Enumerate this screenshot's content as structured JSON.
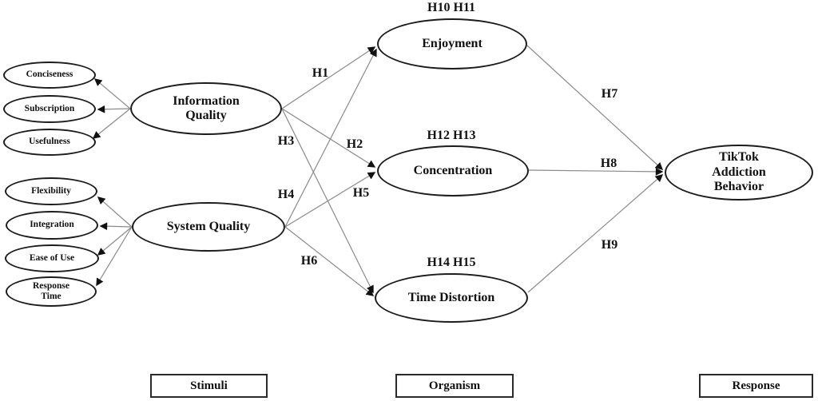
{
  "diagram_type": "SOR path model",
  "nodes": {
    "conciseness": {
      "label": "Conciseness"
    },
    "subscription": {
      "label": "Subscription"
    },
    "usefulness": {
      "label": "Usefulness"
    },
    "flexibility": {
      "label": "Flexibility"
    },
    "integration": {
      "label": "Integration"
    },
    "ease_of_use": {
      "label": "Ease of Use"
    },
    "response_time": {
      "label": "Response\nTime"
    },
    "information_quality": {
      "label": "Information\nQuality"
    },
    "system_quality": {
      "label": "System Quality"
    },
    "enjoyment": {
      "label": "Enjoyment",
      "moderation_label": "H10 H11"
    },
    "concentration": {
      "label": "Concentration",
      "moderation_label": "H12 H13"
    },
    "time_distortion": {
      "label": "Time Distortion",
      "moderation_label": "H14 H15"
    },
    "tiktok_addiction": {
      "label": "TikTok\nAddiction\nBehavior"
    }
  },
  "hypotheses": {
    "h1": "H1",
    "h2": "H2",
    "h3": "H3",
    "h4": "H4",
    "h5": "H5",
    "h6": "H6",
    "h7": "H7",
    "h8": "H8",
    "h9": "H9",
    "h10_11": "H10 H11",
    "h12_13": "H12 H13",
    "h14_15": "H14 H15"
  },
  "edges": [
    {
      "from": "information_quality",
      "to": "conciseness",
      "label": ""
    },
    {
      "from": "information_quality",
      "to": "subscription",
      "label": ""
    },
    {
      "from": "information_quality",
      "to": "usefulness",
      "label": ""
    },
    {
      "from": "system_quality",
      "to": "flexibility",
      "label": ""
    },
    {
      "from": "system_quality",
      "to": "integration",
      "label": ""
    },
    {
      "from": "system_quality",
      "to": "ease_of_use",
      "label": ""
    },
    {
      "from": "system_quality",
      "to": "response_time",
      "label": ""
    },
    {
      "from": "information_quality",
      "to": "enjoyment",
      "label": "H1"
    },
    {
      "from": "information_quality",
      "to": "concentration",
      "label": "H2"
    },
    {
      "from": "information_quality",
      "to": "time_distortion",
      "label": "H3"
    },
    {
      "from": "system_quality",
      "to": "enjoyment",
      "label": "H4"
    },
    {
      "from": "system_quality",
      "to": "concentration",
      "label": "H5"
    },
    {
      "from": "system_quality",
      "to": "time_distortion",
      "label": "H6"
    },
    {
      "from": "enjoyment",
      "to": "tiktok_addiction",
      "label": "H7"
    },
    {
      "from": "concentration",
      "to": "tiktok_addiction",
      "label": "H8"
    },
    {
      "from": "time_distortion",
      "to": "tiktok_addiction",
      "label": "H9"
    }
  ],
  "category_boxes": {
    "stimuli": "Stimuli",
    "organism": "Organism",
    "response": "Response"
  },
  "colors": {
    "line": "#8a8a8a",
    "arrowhead": "#111111",
    "node_border": "#1c1c1c",
    "text": "#111111",
    "background": "#ffffff"
  }
}
